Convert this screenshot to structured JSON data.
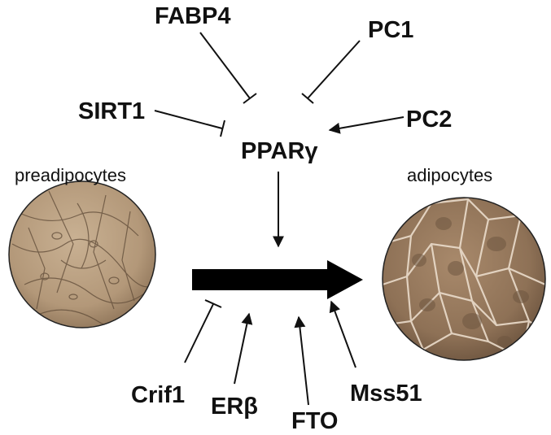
{
  "regulators": {
    "fabp4": "FABP4",
    "pc1": "PC1",
    "sirt1": "SIRT1",
    "pc2": "PC2",
    "crif1": "Crif1",
    "erb": "ERβ",
    "fto": "FTO",
    "mss51": "Mss51"
  },
  "center": {
    "ppar": "PPARγ"
  },
  "cells": {
    "left_label": "preadipocytes",
    "right_label": "adipocytes"
  },
  "colors": {
    "text": "#111111",
    "arrow": "#000000",
    "cell_base": "#b59a7c",
    "cell_dark": "#6e5640"
  }
}
